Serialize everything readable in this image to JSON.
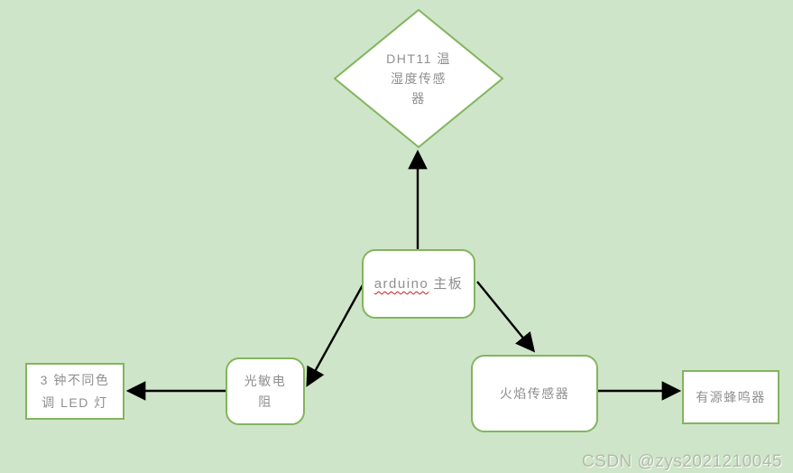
{
  "diagram": {
    "background_color": "#cfe5c9",
    "shape_border_color": "#82b55e",
    "shape_fill_color": "#ffffff",
    "text_color": "#8f8f8f",
    "arrow_color": "#000000",
    "nodes": {
      "dht11": {
        "shape": "diamond",
        "label": "DHT11 温湿度传感器",
        "lines": [
          "DHT11 温",
          "湿度传感",
          "器"
        ]
      },
      "arduino": {
        "shape": "rounded-rect",
        "label": "arduino 主板",
        "label_en": "arduino",
        "label_zh": "主板",
        "spellcheck_underline": true
      },
      "photoresistor": {
        "shape": "rounded-rect",
        "label": "光敏电阻",
        "lines": [
          "光敏电",
          "阻"
        ]
      },
      "led": {
        "shape": "rect",
        "label": "3 钟不同色调 LED 灯",
        "lines": [
          "3 钟不同色",
          "调 LED 灯"
        ]
      },
      "flame": {
        "shape": "rounded-rect",
        "label": "火焰传感器"
      },
      "buzzer": {
        "shape": "rect",
        "label": "有源蜂鸣器"
      }
    },
    "connectors": [
      {
        "from": "arduino",
        "to": "dht11"
      },
      {
        "from": "arduino",
        "to": "photoresistor"
      },
      {
        "from": "photoresistor",
        "to": "led"
      },
      {
        "from": "arduino",
        "to": "flame"
      },
      {
        "from": "flame",
        "to": "buzzer"
      }
    ],
    "watermark": "CSDN @zys2021210045"
  }
}
